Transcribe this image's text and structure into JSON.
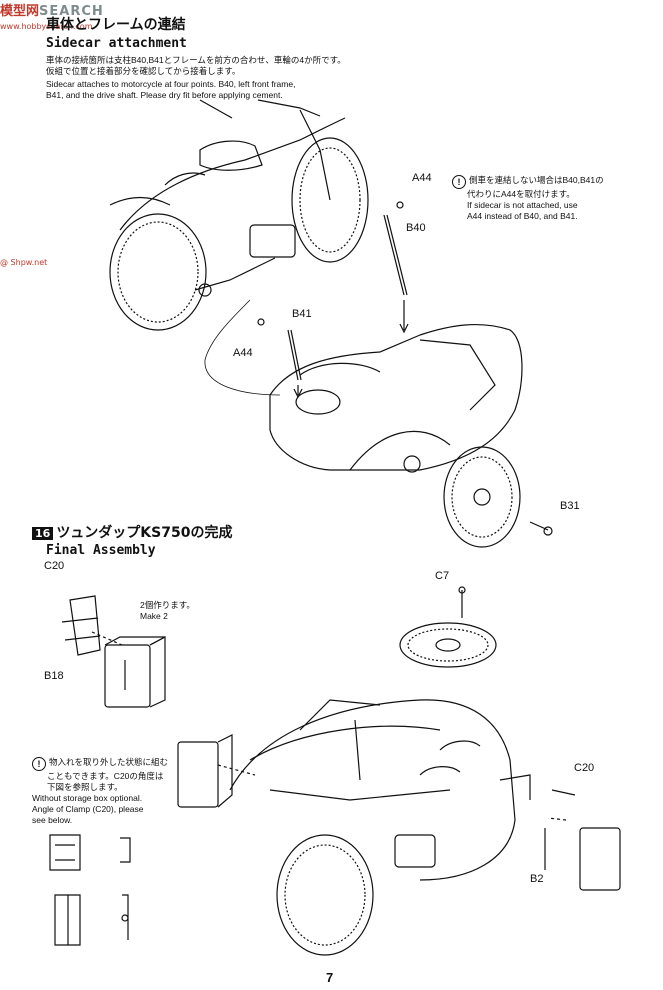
{
  "watermark": {
    "part1": "模型网",
    "part2": "SEARCH",
    "sub": "www.hobbysearch.com",
    "side": "@ Shpw.net"
  },
  "step15": {
    "title_jp": "車体とフレームの連結",
    "title_en": "Sidecar attachment",
    "instr_jp_1": "車体の接続箇所は支柱B40,B41とフレームを前方の合わせ、車輪の4か所です。",
    "instr_jp_2": "仮組で位置と接着部分を確認してから接着します。",
    "instr_en_1": "Sidecar attaches to motorcycle at four points. B40, left front frame,",
    "instr_en_2": "B41, and the drive shaft. Please dry fit before applying cement.",
    "note_jp_1": "側車を連結しない場合はB40,B41の",
    "note_jp_2": "代わりにA44を取付けます。",
    "note_en_1": "If sidecar is not attached, use",
    "note_en_2": "A44 instead of B40, and B41.",
    "labels": {
      "a44_top": "A44",
      "b40": "B40",
      "b41": "B41",
      "a44_left": "A44",
      "b31": "B31"
    }
  },
  "step16": {
    "number": "16",
    "title_jp": "ツュンダップKS750の完成",
    "title_en": "Final Assembly",
    "make2_jp": "2個作ります。",
    "make2_en": "Make 2",
    "note_jp_1": "物入れを取り外した状態に組む",
    "note_jp_2": "こともできます。C20の角度は",
    "note_jp_3": "下図を参照します。",
    "note_en_1": "Without storage box optional.",
    "note_en_2": "Angle of Clamp (C20), please",
    "note_en_3": "see below.",
    "labels": {
      "c20_left": "C20",
      "b18": "B18",
      "c7": "C7",
      "c20_right": "C20",
      "b2": "B2"
    }
  },
  "page": {
    "number": "7"
  }
}
